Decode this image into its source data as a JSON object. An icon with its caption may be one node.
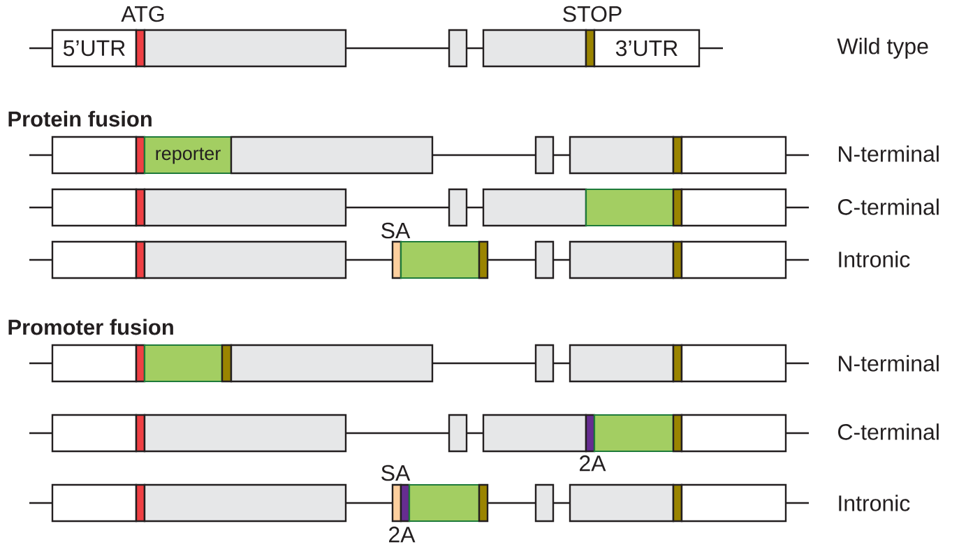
{
  "diagram": {
    "labels": [
      "ATG",
      "STOP",
      "5’UTR",
      "3’UTR",
      "Wild type",
      "Protein fusion",
      "reporter",
      "N-terminal",
      "C-terminal",
      "SA",
      "Intronic",
      "Promoter fusion",
      "N-terminal",
      "C-terminal",
      "2A",
      "SA",
      "Intronic",
      "2A"
    ]
  }
}
